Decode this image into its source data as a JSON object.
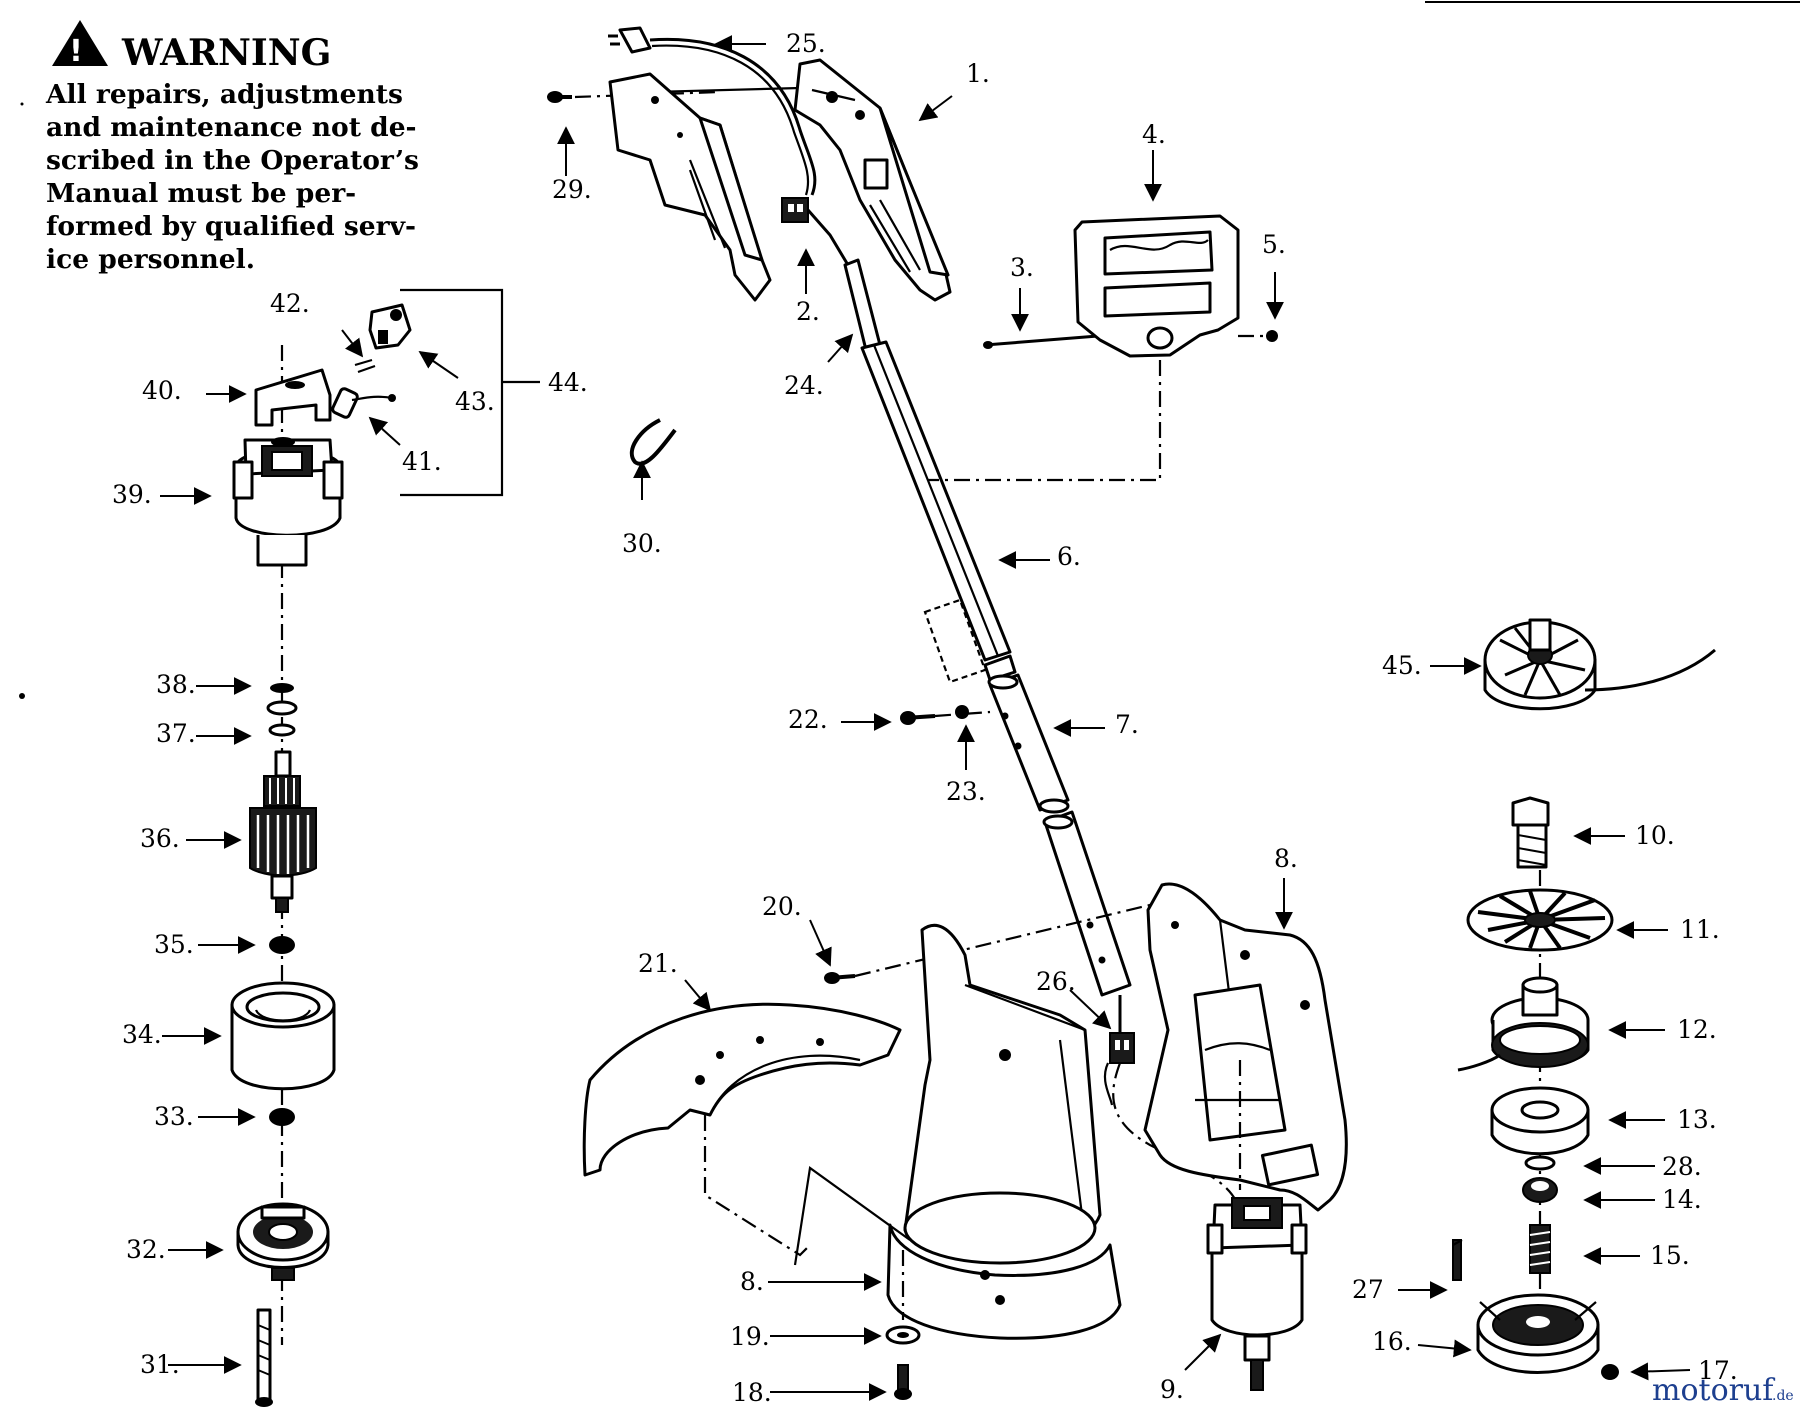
{
  "warning": {
    "title": "WARNING",
    "lines": [
      "All repairs, adjustments",
      "and maintenance not de-",
      "scribed in the Operator’s",
      "Manual must be per-",
      "formed by qualified serv-",
      "ice personnel."
    ]
  },
  "watermark": {
    "main": "motoruf",
    "suffix": ".de"
  },
  "callouts": [
    {
      "id": "c1",
      "text": "1."
    },
    {
      "id": "c2",
      "text": "2."
    },
    {
      "id": "c3",
      "text": "3."
    },
    {
      "id": "c4",
      "text": "4."
    },
    {
      "id": "c5",
      "text": "5."
    },
    {
      "id": "c6",
      "text": "6."
    },
    {
      "id": "c7",
      "text": "7."
    },
    {
      "id": "c8a",
      "text": "8."
    },
    {
      "id": "c8b",
      "text": "8."
    },
    {
      "id": "c9",
      "text": "9."
    },
    {
      "id": "c10",
      "text": "10."
    },
    {
      "id": "c11",
      "text": "11."
    },
    {
      "id": "c12",
      "text": "12."
    },
    {
      "id": "c13",
      "text": "13."
    },
    {
      "id": "c14",
      "text": "14."
    },
    {
      "id": "c15",
      "text": "15."
    },
    {
      "id": "c16",
      "text": "16."
    },
    {
      "id": "c17",
      "text": "17."
    },
    {
      "id": "c18",
      "text": "18."
    },
    {
      "id": "c19",
      "text": "19."
    },
    {
      "id": "c20",
      "text": "20."
    },
    {
      "id": "c21",
      "text": "21."
    },
    {
      "id": "c22",
      "text": "22."
    },
    {
      "id": "c23",
      "text": "23."
    },
    {
      "id": "c24",
      "text": "24."
    },
    {
      "id": "c25",
      "text": "25."
    },
    {
      "id": "c26",
      "text": "26."
    },
    {
      "id": "c27",
      "text": "27"
    },
    {
      "id": "c28",
      "text": "28."
    },
    {
      "id": "c29",
      "text": "29."
    },
    {
      "id": "c30",
      "text": "30."
    },
    {
      "id": "c31",
      "text": "31."
    },
    {
      "id": "c32",
      "text": "32."
    },
    {
      "id": "c33",
      "text": "33."
    },
    {
      "id": "c34",
      "text": "34."
    },
    {
      "id": "c35",
      "text": "35."
    },
    {
      "id": "c36",
      "text": "36."
    },
    {
      "id": "c37",
      "text": "37."
    },
    {
      "id": "c38",
      "text": "38."
    },
    {
      "id": "c39",
      "text": "39."
    },
    {
      "id": "c40",
      "text": "40."
    },
    {
      "id": "c41",
      "text": "41."
    },
    {
      "id": "c42",
      "text": "42."
    },
    {
      "id": "c43",
      "text": "43."
    },
    {
      "id": "c44",
      "text": "44."
    },
    {
      "id": "c45",
      "text": "45."
    }
  ]
}
